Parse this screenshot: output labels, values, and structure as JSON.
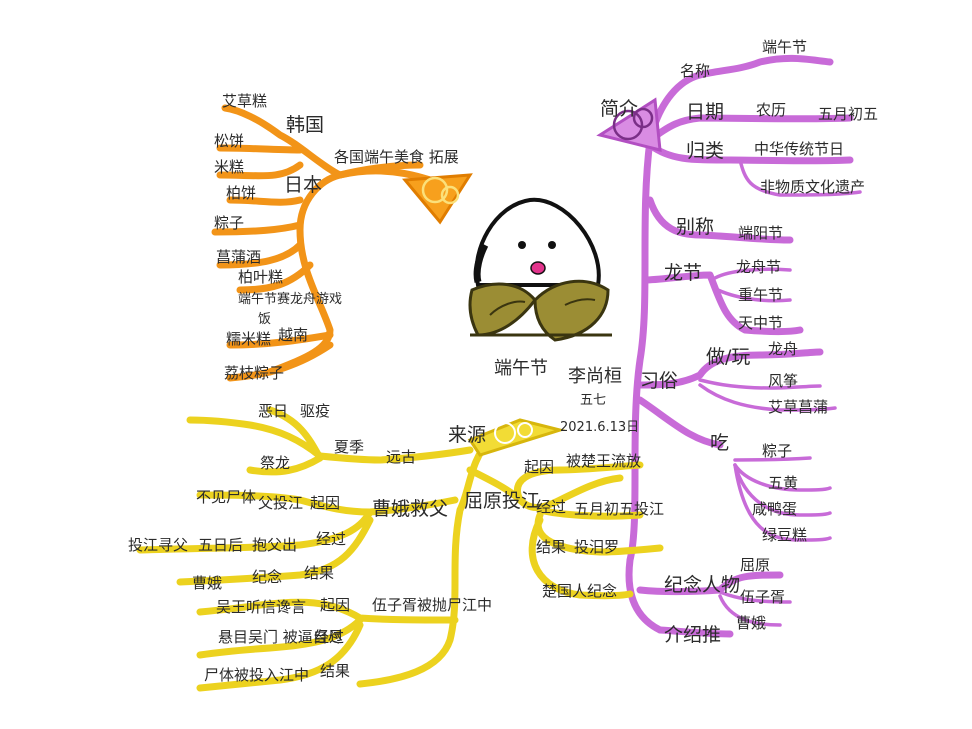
{
  "center": {
    "title": "端午节",
    "author": "李尚桓",
    "date": "2021.6.13日",
    "weekday": "五七"
  },
  "branches": {
    "overview": {
      "label": "简介",
      "color": "#c86bd8",
      "aliases_label": "名称",
      "aliases_value": "端午节",
      "date_label": "日期",
      "date_value_1": "农历",
      "date_value_2": "五月初五",
      "category_label": "归类",
      "category_value_1": "中华传统节日",
      "category_value_2": "非物质文化遗产"
    },
    "names": {
      "other_names_label": "别称",
      "other_names_value": "端阳节",
      "dragon_label": "龙节",
      "dragon_items": [
        "龙舟节",
        "重午节",
        "天中节"
      ]
    },
    "customs": {
      "label": "习俗",
      "play_label": "做/玩",
      "play_items": [
        "龙舟",
        "风筝",
        "艾草菖蒲"
      ],
      "eat_label": "吃",
      "eat_items": [
        "粽子",
        "五黄",
        "咸鸭蛋",
        "绿豆糕"
      ]
    },
    "commemorate": {
      "label": "纪念人物",
      "people": [
        "屈原",
        "伍子胥",
        "曹娥"
      ],
      "other_label": "介绍推"
    },
    "foreign": {
      "label": "各国端午美食 拓展",
      "color": "#f29418",
      "korea": "韩国",
      "korea_items": [
        "艾草糕",
        "松饼",
        "米糕"
      ],
      "japan": "日本",
      "japan_items": [
        "柏饼",
        "粽子"
      ],
      "misc_items": [
        "菖蒲酒",
        "柏叶糕"
      ],
      "extra": "端午节赛龙舟游戏",
      "southern_label": "越南",
      "southern_items": [
        "糯米糕",
        "饭",
        "荔枝粽子"
      ]
    },
    "origin": {
      "label": "来源",
      "color": "#ecd21f",
      "a_label": "夏季",
      "a_items": [
        "恶日",
        "驱疫"
      ],
      "b_label": "祭龙",
      "b_sub": "远古",
      "cao_e": {
        "label": "曹娥救父",
        "reason_label": "不见尸体",
        "reason_mid": "父投江",
        "reason_end": "起因",
        "story_1": "投江寻父",
        "story_2": "五日后",
        "story_3": "抱父出",
        "story_end": "经过",
        "result_1": "曹娥",
        "result_2": "纪念",
        "result_end": "结果"
      },
      "qu_yuan": {
        "label": "屈原投江",
        "cause": "被楚王流放",
        "cause_end": "起因",
        "pass": "五月初五投江",
        "pass_end": "经过",
        "res": "投汨罗",
        "res_end": "结果",
        "legacy": "楚国人纪念"
      },
      "wu_zixu": {
        "label": "伍子胥被抛尸江中",
        "cause": "吴王听信谗言",
        "cause_end": "起因",
        "pass": "悬目吴门 被逼自尽",
        "pass_end": "经过",
        "res": "尸体被投入江中",
        "res_end": "结果"
      }
    }
  }
}
